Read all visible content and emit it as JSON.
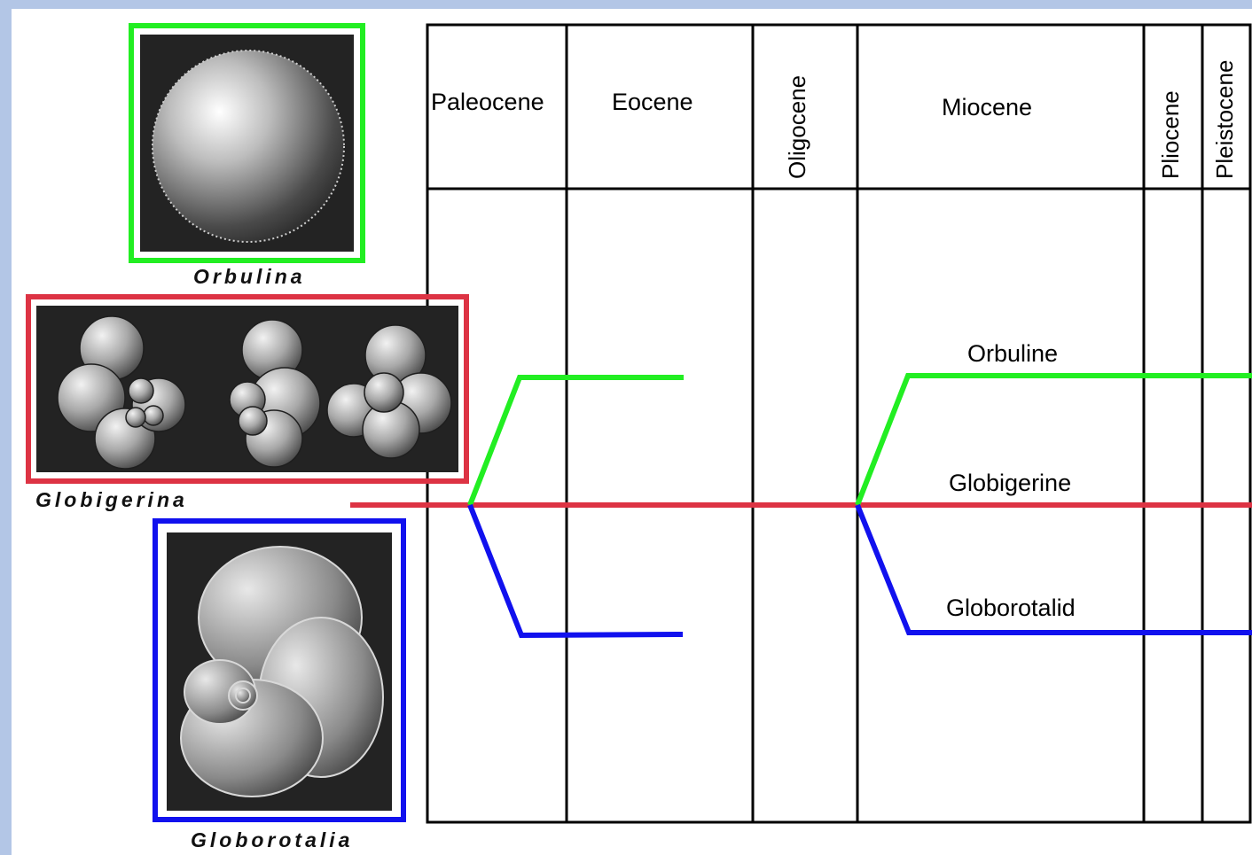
{
  "periods": {
    "paleocene": "Paleocene",
    "eocene": "Eocene",
    "oligocene": "Oligocene",
    "miocene": "Miocene",
    "pliocene": "Pliocene",
    "pleistocene": "Pleistocene"
  },
  "specimens": {
    "orbulina": "Orbulina",
    "globigerina": "Globigerina",
    "globorotalia": "Globorotalia"
  },
  "lineages": {
    "orbuline": "Orbuline",
    "globigerine": "Globigerine",
    "globorotalid": "Globorotalid"
  },
  "colors": {
    "orbuline": "#22ee22",
    "globigerine": "#dd3344",
    "globorotalid": "#1111ee",
    "frame": "#b3c6e6"
  }
}
